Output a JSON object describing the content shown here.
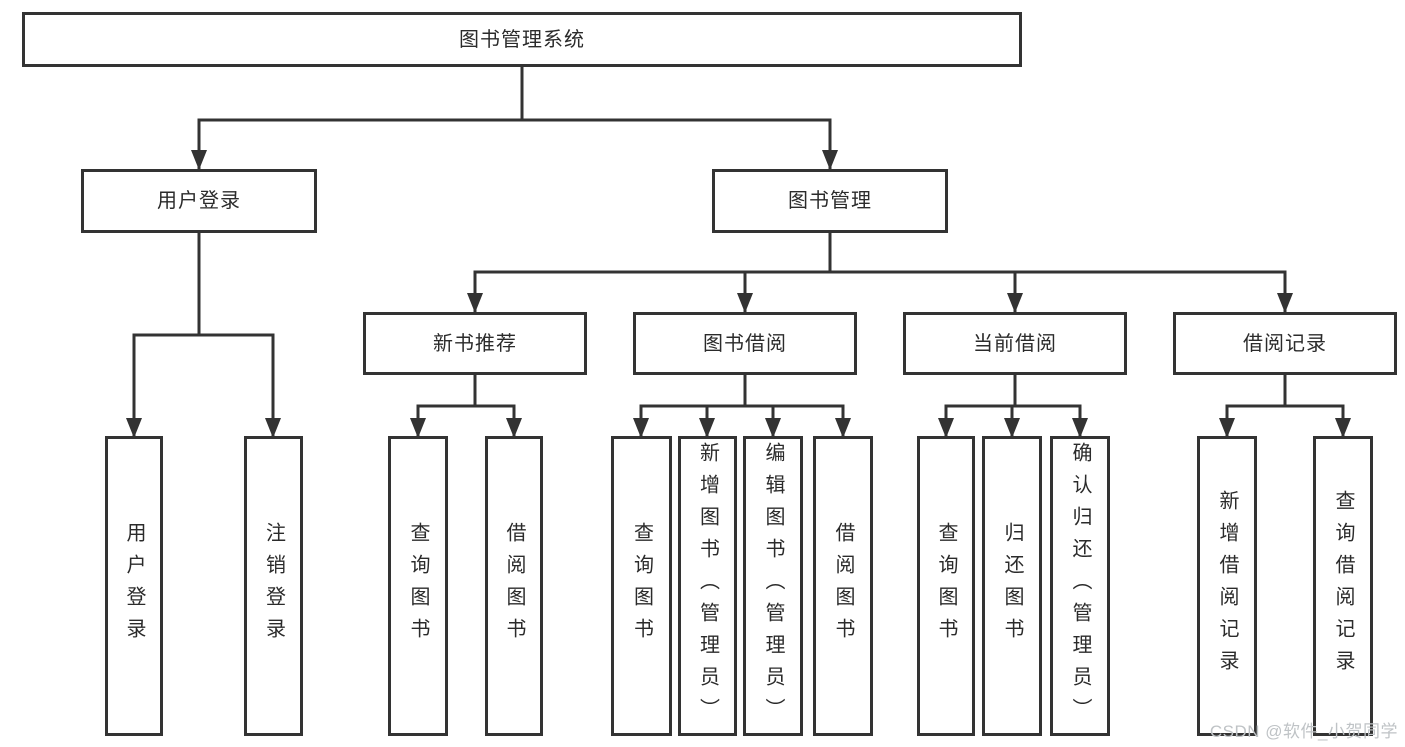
{
  "nodes": {
    "root": "图书管理系统",
    "level2": [
      "用户登录",
      "图书管理"
    ],
    "level3": [
      "新书推荐",
      "图书借阅",
      "当前借阅",
      "借阅记录"
    ],
    "leaves": {
      "user_login": [
        "用户登录",
        "注销登录"
      ],
      "new_book_rec": [
        "查询图书",
        "借阅图书"
      ],
      "book_borrow": [
        "查询图书",
        "新增图书（管理员）",
        "编辑图书（管理员）",
        "借阅图书"
      ],
      "current_borrow": [
        "查询图书",
        "归还图书",
        "确认归还（管理员）"
      ],
      "borrow_records": [
        "新增借阅记录",
        "查询借阅记录"
      ]
    }
  },
  "watermark": "CSDN @软件_小贺同学",
  "colors": {
    "line": "#333333",
    "text": "#2b2b2b",
    "background": "#ffffff",
    "watermark": "#bfc3c6"
  }
}
